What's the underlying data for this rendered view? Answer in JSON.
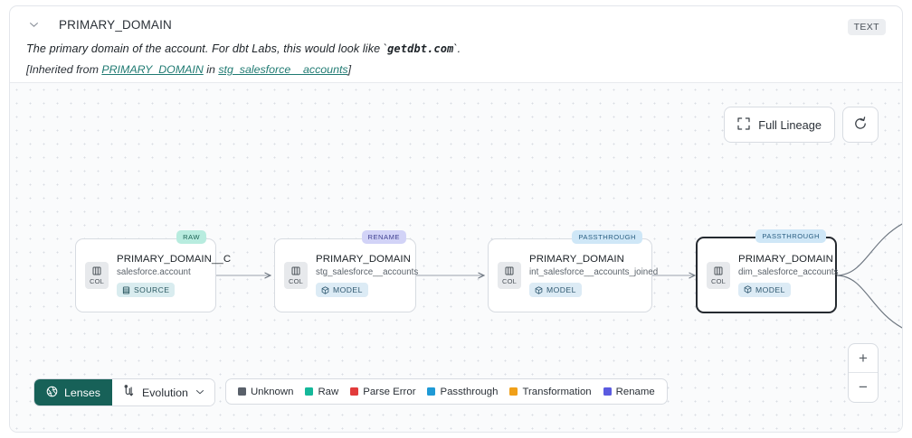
{
  "header": {
    "collapse_icon": "chevron-down-icon",
    "title": "PRIMARY_DOMAIN",
    "type_badge": "TEXT",
    "description_pre": "The primary domain of the account. For dbt Labs, this would look like `",
    "description_code": "getdbt.com",
    "description_post": "`.",
    "inherited_pre": "[Inherited from ",
    "inherited_link": "PRIMARY_DOMAIN",
    "inherited_mid": " in ",
    "inherited_link2": "stg_salesforce__accounts",
    "inherited_post": "]"
  },
  "controls": {
    "full_lineage_label": "Full Lineage",
    "full_lineage_icon": "expand-icon",
    "refresh_icon": "refresh-icon",
    "zoom_in": "+",
    "zoom_out": "−"
  },
  "lineage": {
    "nodes": [
      {
        "name": "PRIMARY_DOMAIN__C",
        "source": "salesforce.account",
        "materialization": "SOURCE",
        "mat_icon": "database-icon",
        "tag": "RAW",
        "tag_kind": "raw",
        "col_label": "COL",
        "selected": false
      },
      {
        "name": "PRIMARY_DOMAIN",
        "source": "stg_salesforce__accounts",
        "materialization": "MODEL",
        "mat_icon": "cube-icon",
        "tag": "RENAME",
        "tag_kind": "rename",
        "col_label": "COL",
        "selected": false
      },
      {
        "name": "PRIMARY_DOMAIN",
        "source": "int_salesforce__accounts_joined",
        "materialization": "MODEL",
        "mat_icon": "cube-icon",
        "tag": "PASSTHROUGH",
        "tag_kind": "pass",
        "col_label": "COL",
        "selected": false
      },
      {
        "name": "PRIMARY_DOMAIN",
        "source": "dim_salesforce_accounts",
        "materialization": "MODEL",
        "mat_icon": "cube-icon",
        "tag": "PASSTHROUGH",
        "tag_kind": "pass",
        "col_label": "COL",
        "selected": true
      }
    ]
  },
  "toolbar": {
    "lenses_label": "Lenses",
    "lenses_icon": "aperture-icon",
    "evolution_label": "Evolution",
    "evolution_icon": "evolution-icon",
    "evolution_caret": "chevron-down-icon"
  },
  "legend": {
    "items": [
      {
        "label": "Unknown",
        "color": "#59606a"
      },
      {
        "label": "Raw",
        "color": "#15b89a"
      },
      {
        "label": "Parse Error",
        "color": "#e23b3b"
      },
      {
        "label": "Passthrough",
        "color": "#1f9ad6"
      },
      {
        "label": "Transformation",
        "color": "#f0a019"
      },
      {
        "label": "Rename",
        "color": "#5b5be0"
      }
    ]
  }
}
